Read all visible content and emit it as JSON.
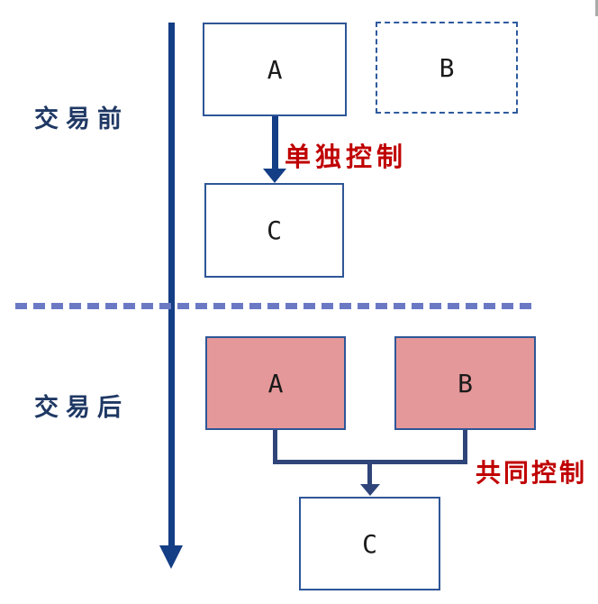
{
  "sections": {
    "before": {
      "label": "交易前",
      "entity_a": "A",
      "entity_b": "B",
      "entity_c": "C",
      "control_label": "单独控制"
    },
    "after": {
      "label": "交易后",
      "entity_a": "A",
      "entity_b": "B",
      "entity_c": "C",
      "control_label": "共同控制"
    }
  },
  "colors": {
    "navy": "#1f3864",
    "border_blue": "#2e5697",
    "arrow_blue": "#143e85",
    "connector_blue": "#2f4579",
    "pink": "#e59899",
    "red": "#c00000",
    "divider": "#6b79c5"
  }
}
